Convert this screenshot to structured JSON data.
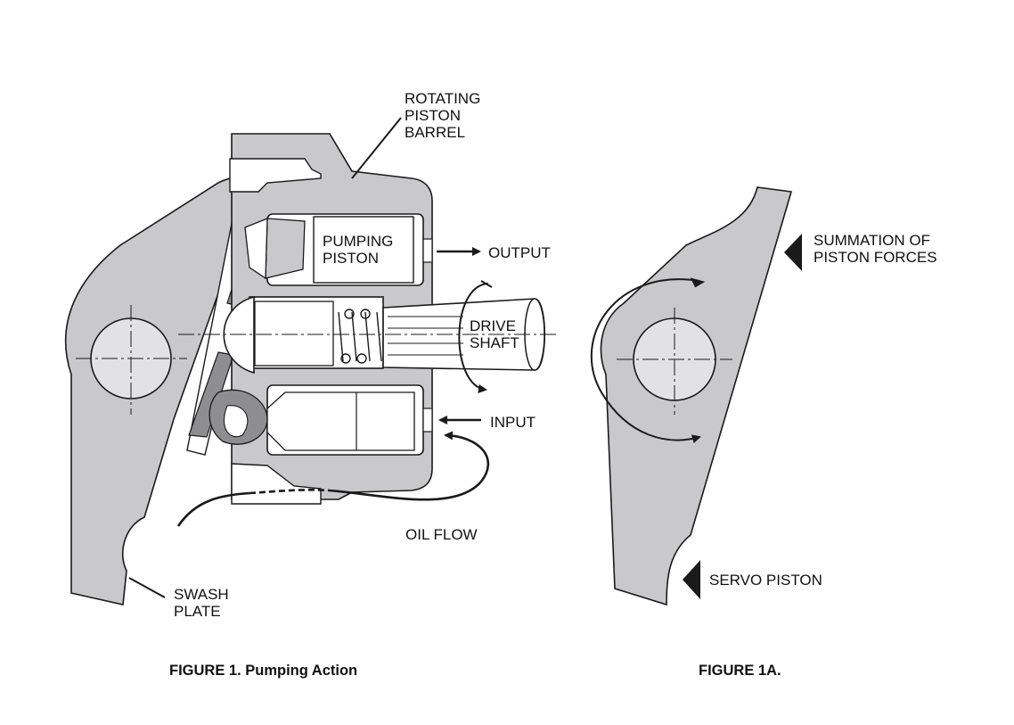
{
  "figure1": {
    "labels": {
      "rotating_piston_barrel": [
        "ROTATING",
        "PISTON",
        "BARREL"
      ],
      "pumping_piston": [
        "PUMPING",
        "PISTON"
      ],
      "output": "OUTPUT",
      "drive_shaft": [
        "DRIVE",
        "SHAFT"
      ],
      "input": "INPUT",
      "oil_flow": "OIL FLOW",
      "swash_plate": [
        "SWASH",
        "PLATE"
      ]
    },
    "caption": "FIGURE 1. Pumping Action"
  },
  "figure1a": {
    "labels": {
      "summation": [
        "SUMMATION OF",
        "PISTON FORCES"
      ],
      "servo_piston": "SERVO PISTON"
    },
    "caption": "FIGURE 1A."
  },
  "colors": {
    "body_gray": "#c9c9cb",
    "hub_gray": "#e2e2e4",
    "dark_gray": "#8e8e90",
    "line": "#1a1a1a"
  }
}
